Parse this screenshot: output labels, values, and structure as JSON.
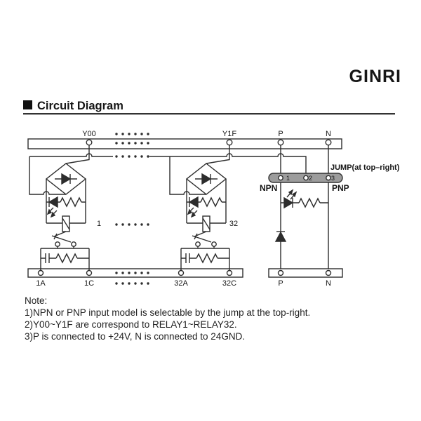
{
  "brand": "GINRI",
  "section_title": "Circuit Diagram",
  "diagram": {
    "top_labels": [
      "Y00",
      "Y1F",
      "P",
      "N"
    ],
    "bottom_labels": [
      "1A",
      "1C",
      "32A",
      "32C",
      "P",
      "N"
    ],
    "relay_numbers": [
      "1",
      "32"
    ],
    "jump_label": "JUMP(at top–right)",
    "jump_pins": [
      "1",
      "2",
      "3"
    ],
    "mode_left": "NPN",
    "mode_right": "PNP",
    "colors": {
      "line": "#2d2d2d",
      "jump_pill": "#9c9c9c"
    }
  },
  "notes": {
    "heading": "Note:",
    "items": [
      "1)NPN or PNP input model is selectable by the jump at the top-right.",
      "2)Y00~Y1F are correspond to RELAY1~RELAY32.",
      "3)P is connected to +24V, N is connected to 24GND."
    ]
  }
}
